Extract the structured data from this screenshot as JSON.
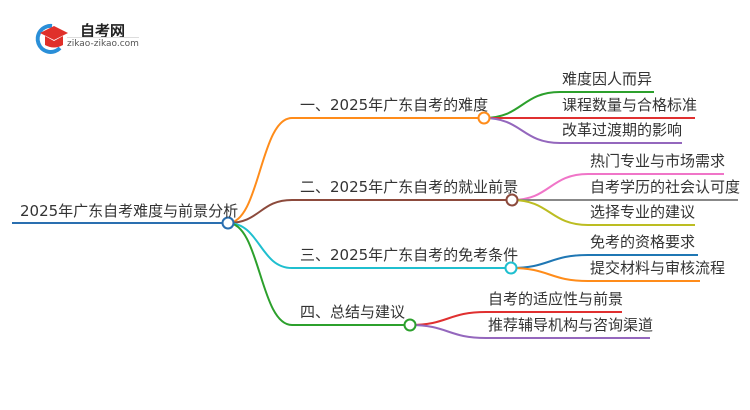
{
  "logo": {
    "title": "自考网",
    "url": "zikao-zikao.com"
  },
  "root": {
    "label": "2025年广东自考难度与前景分析",
    "color": "#2a6fb0"
  },
  "branches": [
    {
      "label": "一、2025年广东自考的难度",
      "color": "#ff8c1a",
      "children": [
        {
          "label": "难度因人而异",
          "color": "#2ca02c"
        },
        {
          "label": "课程数量与合格标准",
          "color": "#e03030"
        },
        {
          "label": "改革过渡期的影响",
          "color": "#9467bd"
        }
      ]
    },
    {
      "label": "二、2025年广东自考的就业前景",
      "color": "#8c4a3c",
      "children": [
        {
          "label": "热门专业与市场需求",
          "color": "#f075c8"
        },
        {
          "label": "自考学历的社会认可度",
          "color": "#888888"
        },
        {
          "label": "选择专业的建议",
          "color": "#bcbd22"
        }
      ]
    },
    {
      "label": "三、2025年广东自考的免考条件",
      "color": "#1fbfcf",
      "children": [
        {
          "label": "免考的资格要求",
          "color": "#1f77b4"
        },
        {
          "label": "提交材料与审核流程",
          "color": "#ff8c1a"
        }
      ]
    },
    {
      "label": "四、总结与建议",
      "color": "#2ca02c",
      "children": [
        {
          "label": "自考的适应性与前景",
          "color": "#e03030"
        },
        {
          "label": "推荐辅导机构与咨询渠道",
          "color": "#9467bd"
        }
      ]
    }
  ]
}
